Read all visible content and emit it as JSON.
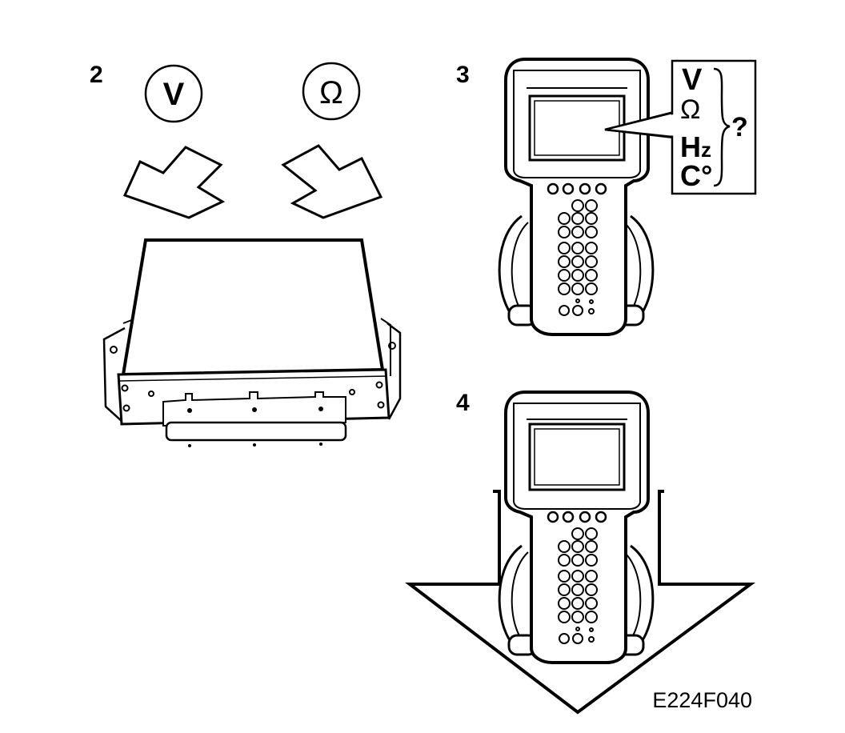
{
  "steps": {
    "step2": "2",
    "step3": "3",
    "step4": "4"
  },
  "symbols": {
    "volt_circle": "V",
    "ohm_circle": "Ω"
  },
  "measure_box": {
    "volt": "V",
    "ohm": "Ω",
    "hertz_h": "H",
    "hertz_z": "z",
    "celsius": "C°",
    "question": "?"
  },
  "figure_code": "E224F040",
  "colors": {
    "ink": "#000000",
    "paper": "#ffffff"
  }
}
